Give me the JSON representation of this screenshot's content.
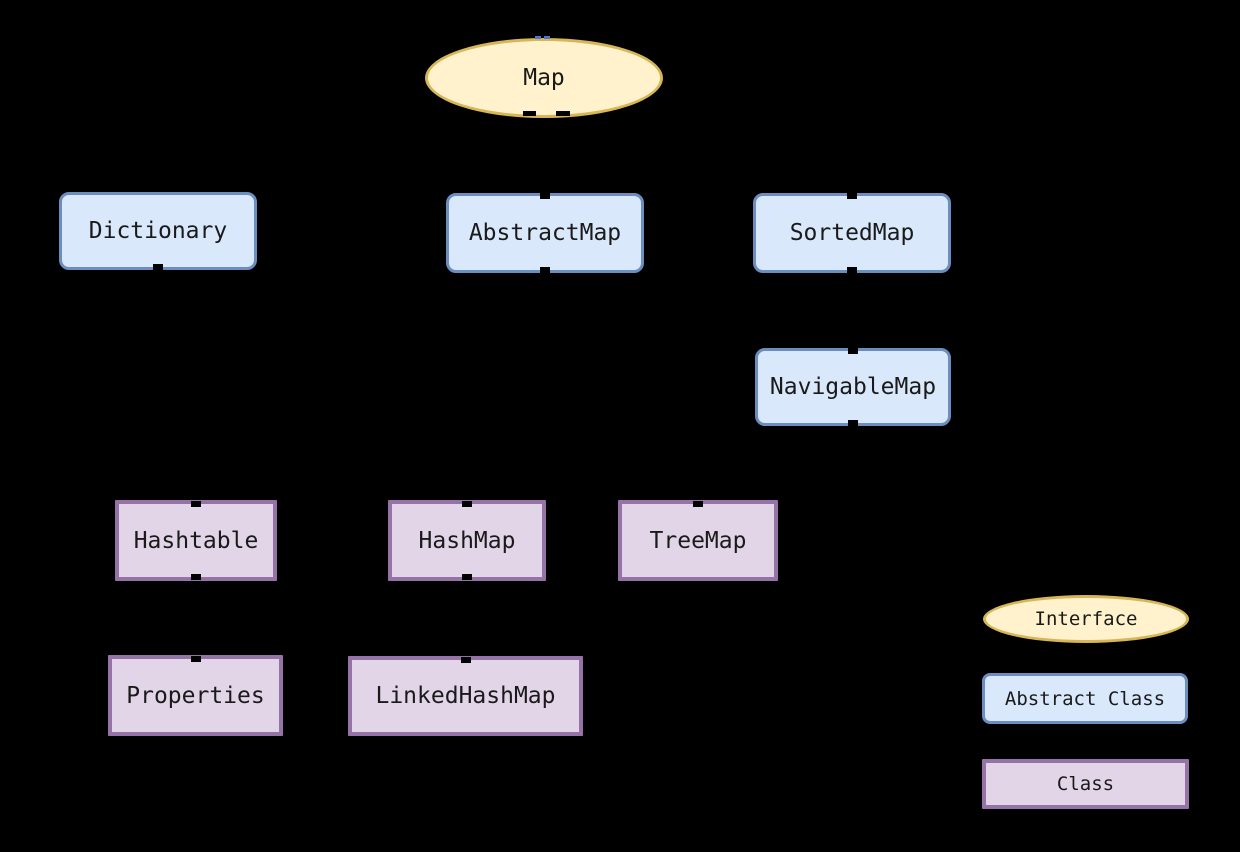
{
  "diagram": {
    "description": "Java Map collection hierarchy diagram on black background; connector lines are black and not visible against the background",
    "background_color": "#000000",
    "palette": {
      "interface_fill": "#FFF2CC",
      "interface_border": "#D6B656",
      "abstract_class_fill": "#DAE8FC",
      "abstract_class_border": "#6C8EBF",
      "class_fill": "#E1D5E7",
      "class_border": "#9673A6",
      "text_color": "#000000"
    },
    "nodes": [
      {
        "id": "map",
        "label": "Map",
        "kind": "interface",
        "shape": "ellipse"
      },
      {
        "id": "dictionary",
        "label": "Dictionary",
        "kind": "abstract-class",
        "shape": "rounded-rect"
      },
      {
        "id": "abstract-map",
        "label": "AbstractMap",
        "kind": "abstract-class",
        "shape": "rounded-rect"
      },
      {
        "id": "sorted-map",
        "label": "SortedMap",
        "kind": "abstract-class",
        "shape": "rounded-rect"
      },
      {
        "id": "navigable-map",
        "label": "NavigableMap",
        "kind": "abstract-class",
        "shape": "rounded-rect"
      },
      {
        "id": "hashtable",
        "label": "Hashtable",
        "kind": "class",
        "shape": "rect"
      },
      {
        "id": "hash-map",
        "label": "HashMap",
        "kind": "class",
        "shape": "rect"
      },
      {
        "id": "tree-map",
        "label": "TreeMap",
        "kind": "class",
        "shape": "rect"
      },
      {
        "id": "properties",
        "label": "Properties",
        "kind": "class",
        "shape": "rect"
      },
      {
        "id": "linked-hash-map",
        "label": "LinkedHashMap",
        "kind": "class",
        "shape": "rect"
      }
    ],
    "legend": {
      "items": [
        {
          "label": "Interface",
          "shape": "ellipse",
          "fill": "#FFF2CC",
          "border": "#D6B656"
        },
        {
          "label": "Abstract Class",
          "shape": "rounded-rect",
          "fill": "#DAE8FC",
          "border": "#6C8EBF"
        },
        {
          "label": "Class",
          "shape": "rect",
          "fill": "#E1D5E7",
          "border": "#9673A6"
        }
      ]
    }
  }
}
